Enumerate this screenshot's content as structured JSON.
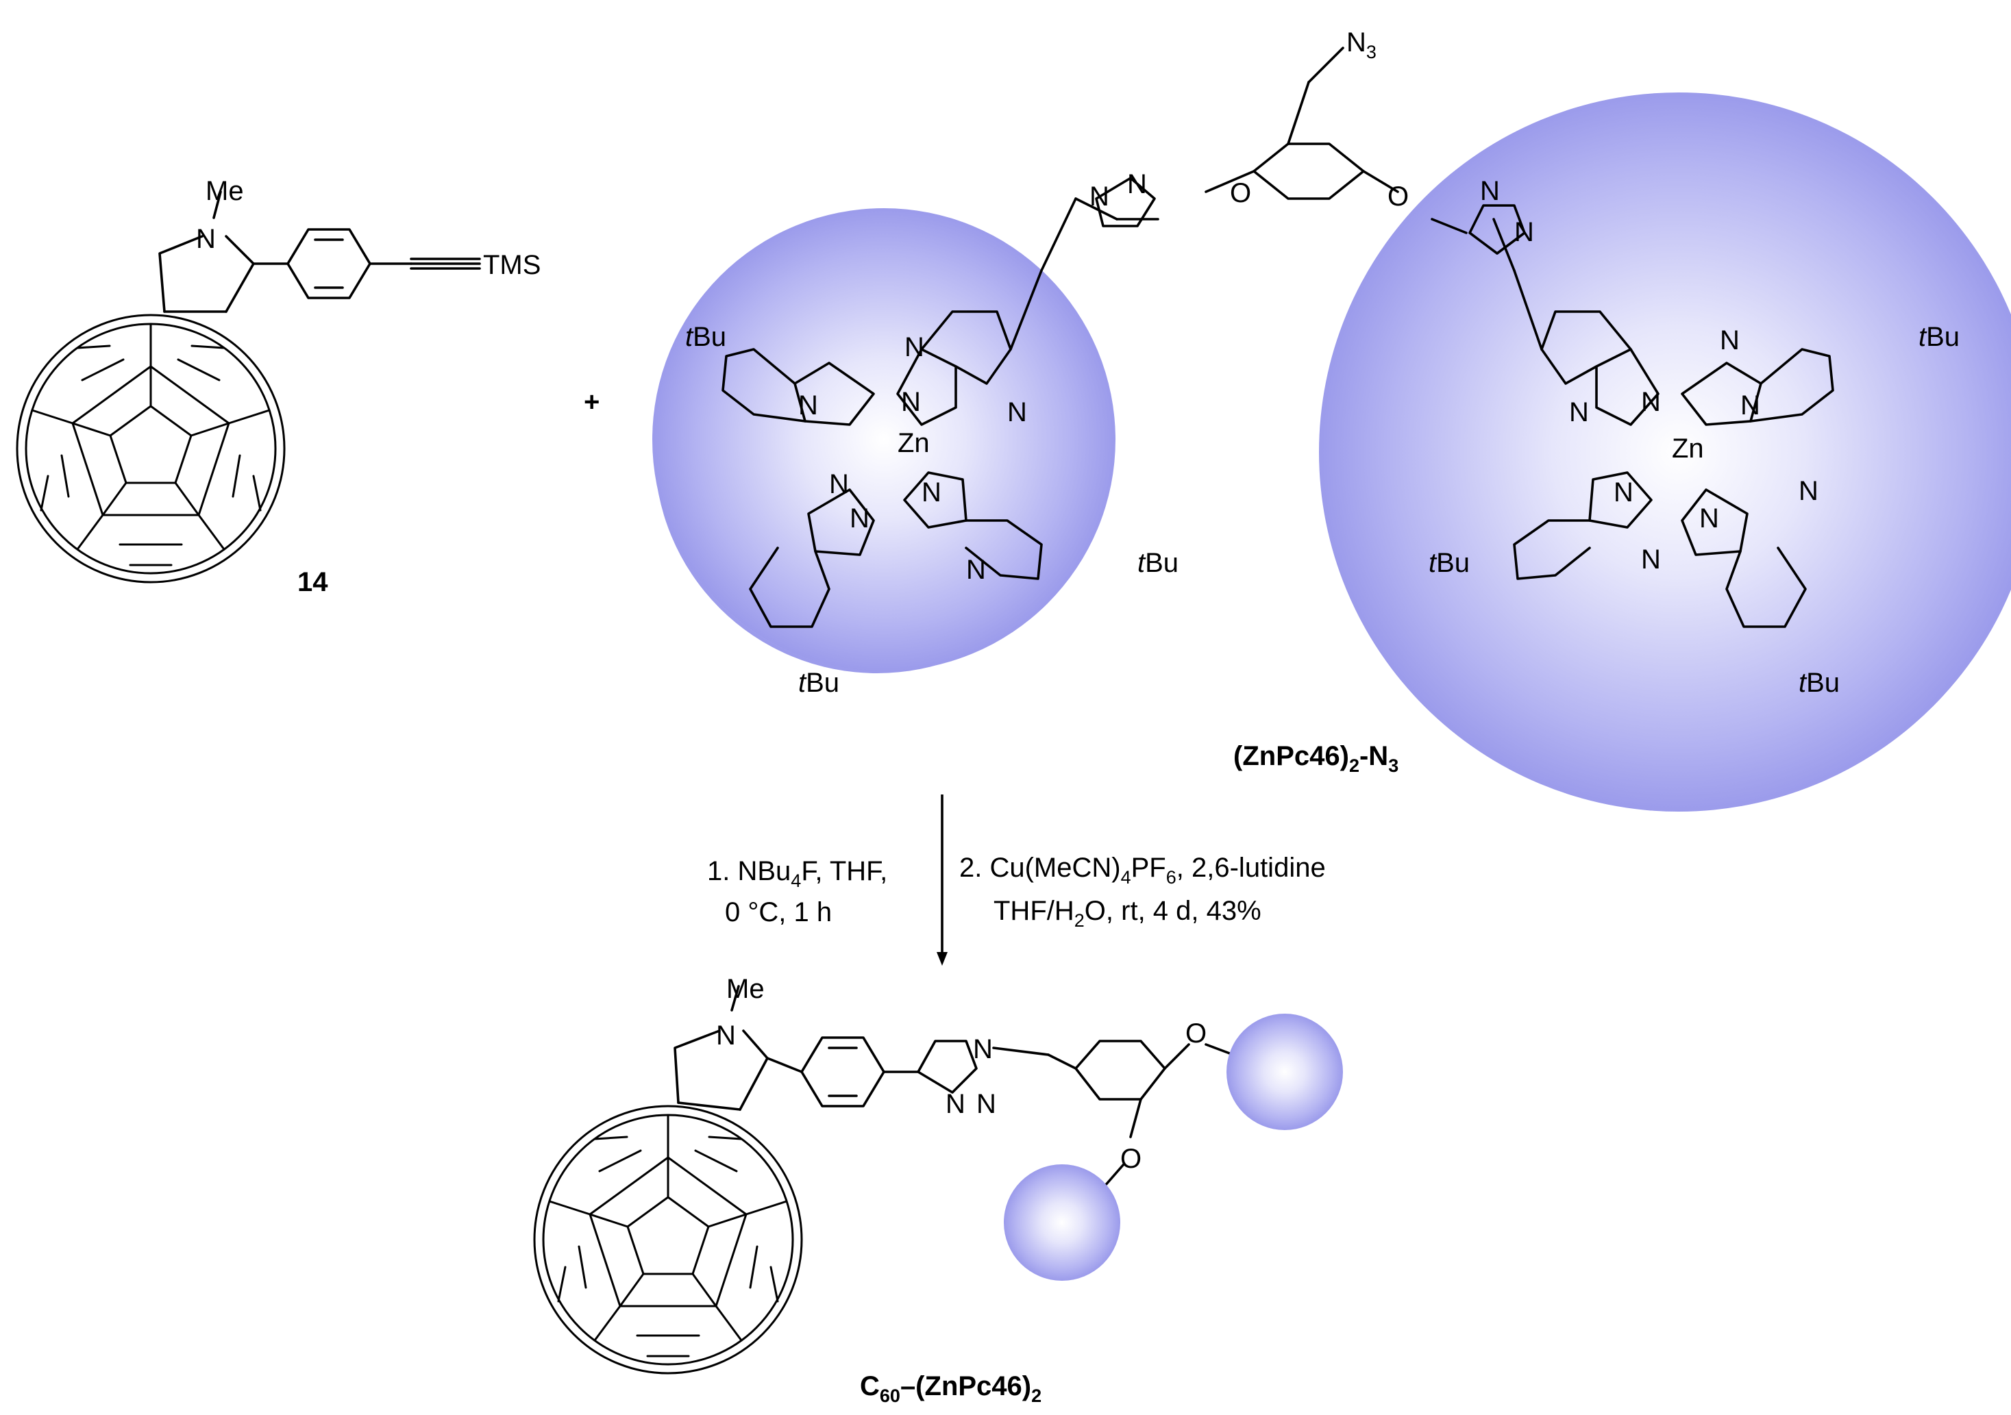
{
  "compounds": {
    "fullerene_reactant": {
      "label": "14",
      "n_methyl": "Me",
      "n_atom": "N",
      "silyl_group": "TMS"
    },
    "plus_sign": "+",
    "pc_dimer": {
      "label_main": "(ZnPc46)",
      "label_sub": "2",
      "label_tail": "-N",
      "label_sub2": "3",
      "azide_group": "N",
      "azide_sub": "3",
      "metal": "Zn",
      "tbu_prefix": "t",
      "tbu_suffix": "Bu",
      "aza_n": "N",
      "ether_o": "O",
      "triazole_n": "N"
    },
    "product": {
      "label_c": "C",
      "label_c_sub": "60",
      "label_mid": "–(ZnPc46)",
      "label_sub": "2",
      "n_methyl": "Me",
      "n_atom": "N",
      "ether_o": "O",
      "triazole_n": "N"
    }
  },
  "conditions": {
    "step1_line1_a": "1. NBu",
    "step1_line1_sub": "4",
    "step1_line1_b": "F, THF,",
    "step1_line2": "0 °C, 1 h",
    "step2_line1_a": "2. Cu(MeCN)",
    "step2_line1_sub1": "4",
    "step2_line1_b": "PF",
    "step2_line1_sub2": "6",
    "step2_line1_c": ", 2,6-lutidine",
    "step2_line2_a": "THF/H",
    "step2_line2_sub": "2",
    "step2_line2_b": "O, rt, 4 d, 43%"
  },
  "colors": {
    "sphere_center": "#ffffff",
    "sphere_edge": "#9999ee"
  }
}
